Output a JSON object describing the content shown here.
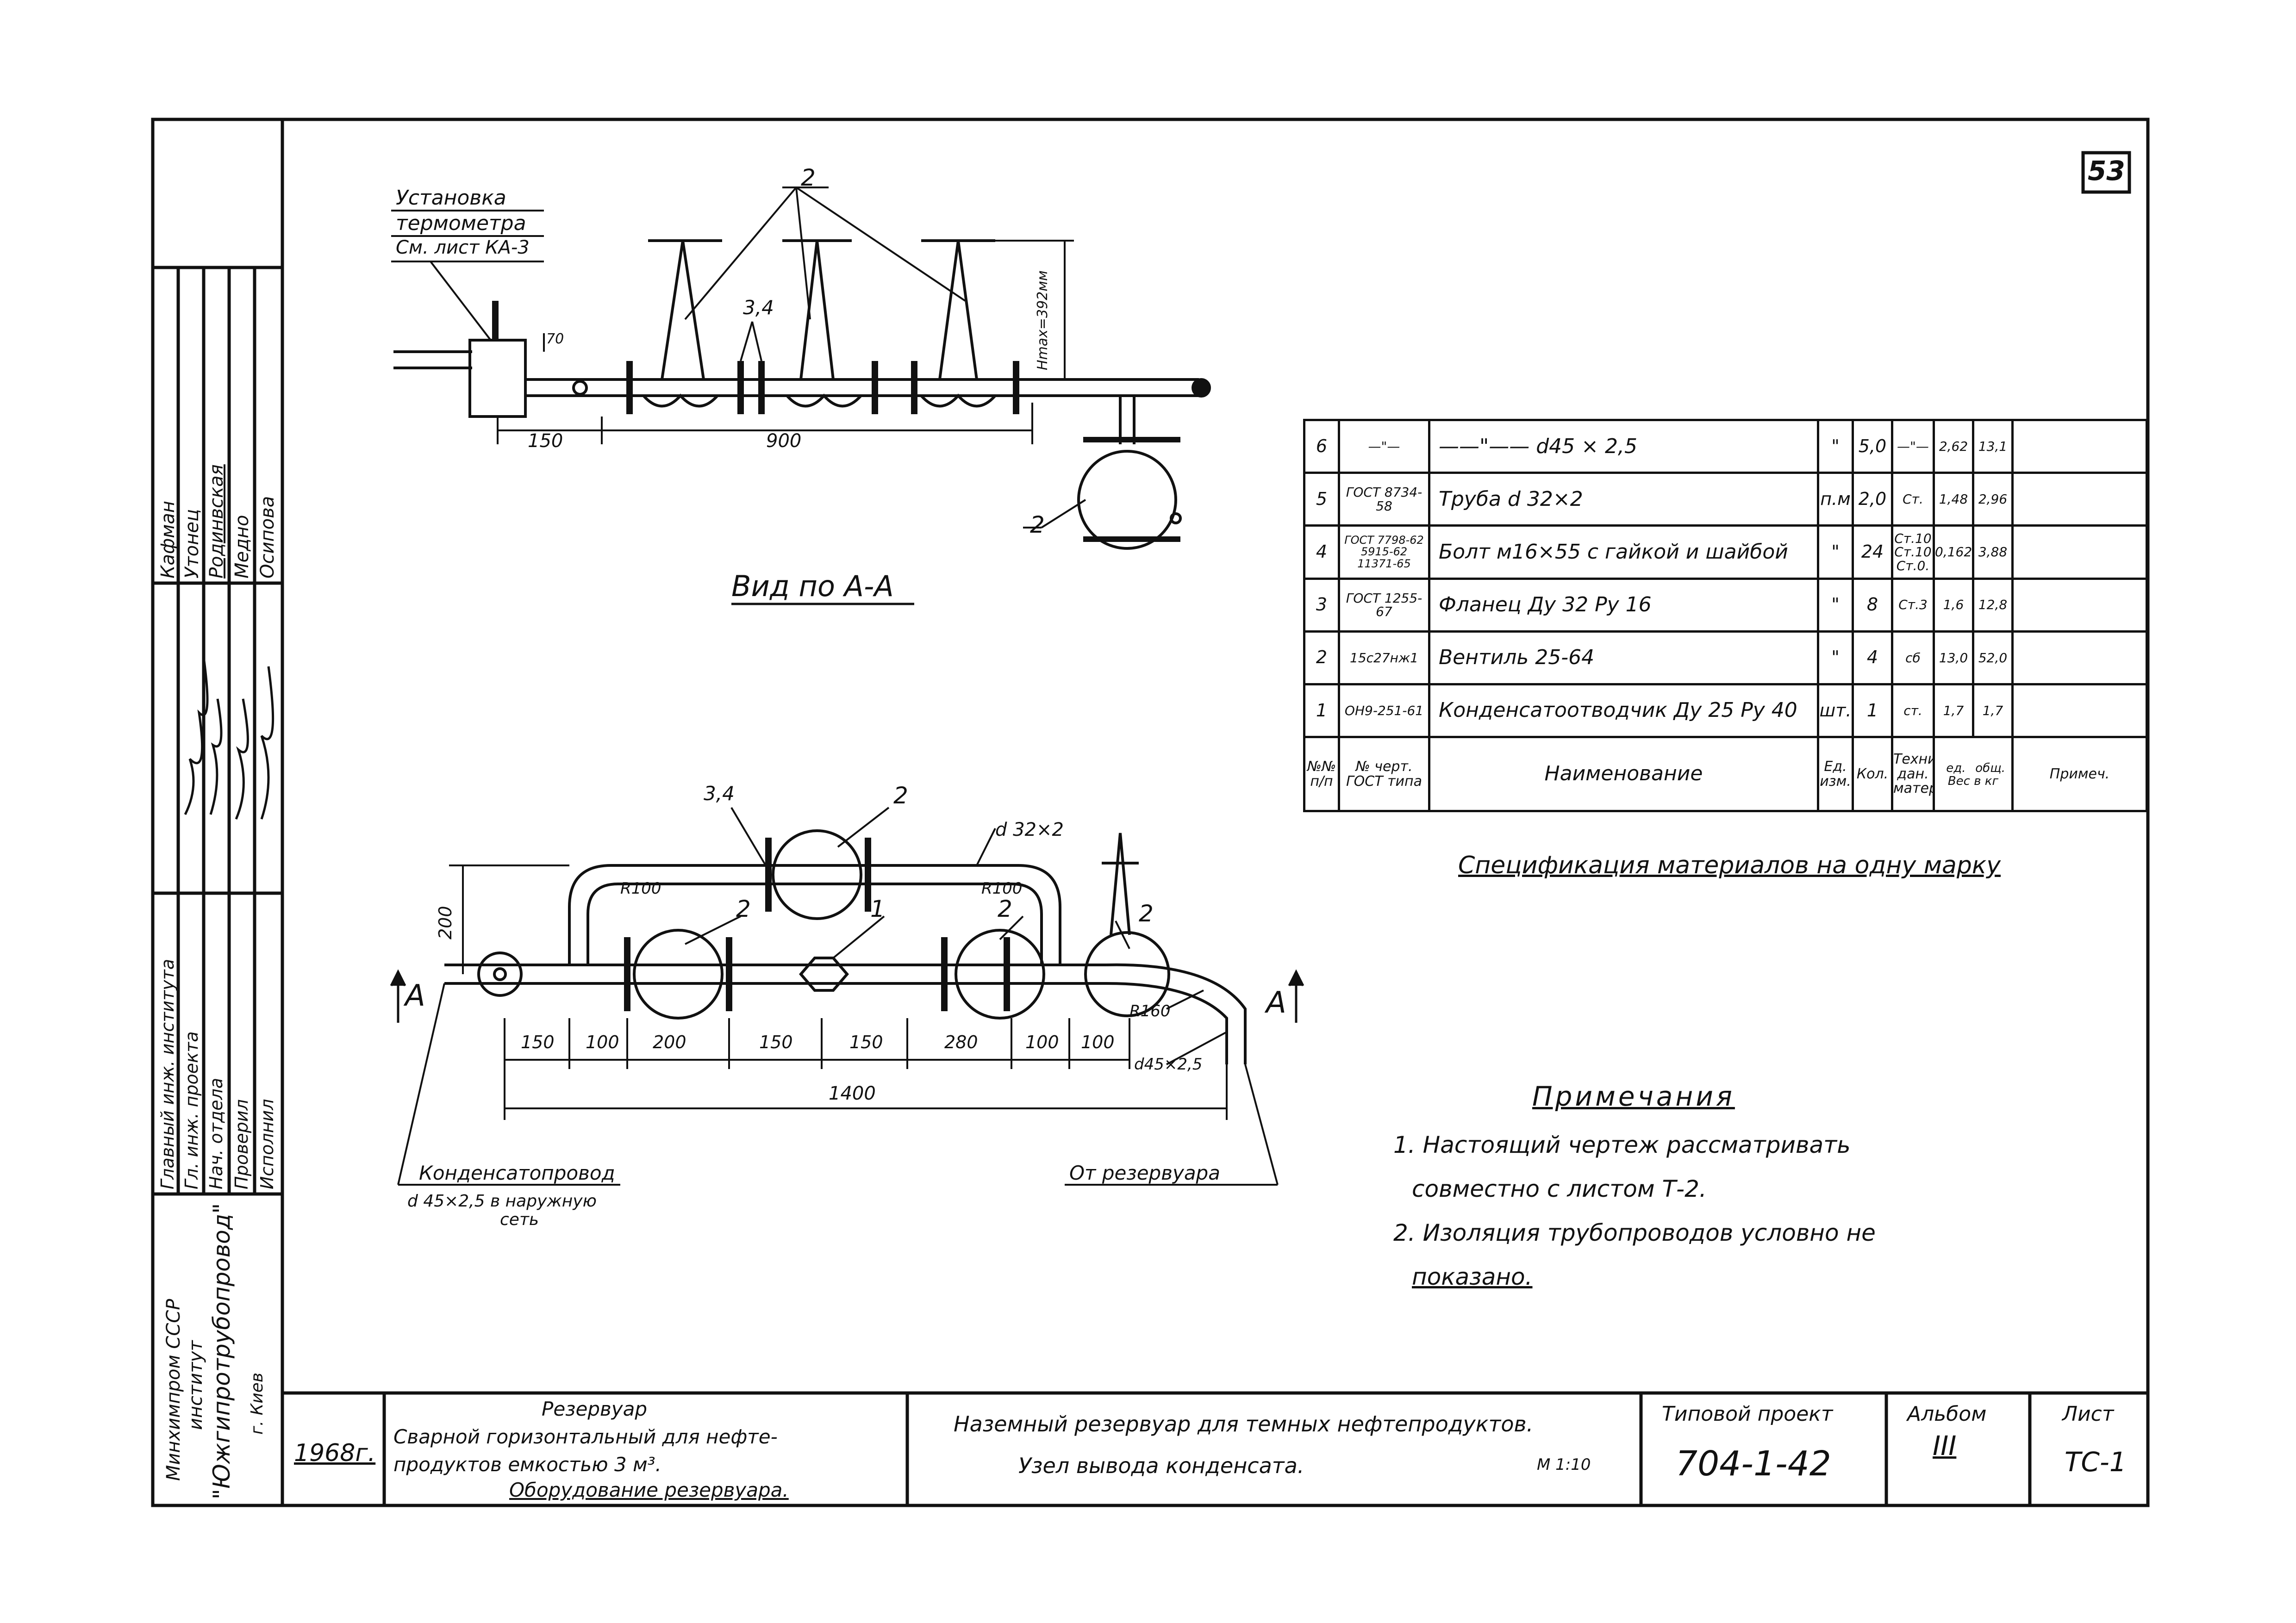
{
  "page_number": "53",
  "view_label": "Вид по А-А",
  "callouts": {
    "thermometer": [
      "Установка",
      "термометра",
      "См. лист КА-3"
    ],
    "item_2": "2",
    "item_3_4": "3,4",
    "item_1": "1",
    "section_mark": "А",
    "pipe_d32": "d 32×2",
    "pipe_d45": "d45×2,5",
    "radius_100": "R100",
    "radius_160": "R160",
    "h_max": "Hmax=392мм",
    "condensate_line": [
      "Конденсатопровод",
      "d 45×2,5 в наружную",
      "сеть"
    ],
    "from_tank": "От резервуара"
  },
  "dimensions": {
    "top_dim_70": "70",
    "top_dim_150": "150",
    "top_dim_900": "900",
    "plan_dim_200": "200",
    "plan_chain": [
      "150",
      "100",
      "200",
      "150",
      "150",
      "280",
      "100",
      "100"
    ],
    "plan_total": "1400"
  },
  "spec_table": {
    "caption": "Спецификация материалов на одну марку",
    "headers": {
      "num": "№№ п/п",
      "doc": "№ черт. ГОСТ типа",
      "name": "Наименование",
      "unit": "Ед. изм.",
      "qty": "Кол.",
      "tech": "Технич. дан. матер.",
      "unit_w": "ед.",
      "total_w": "общ.",
      "weight": "Вес в кг",
      "note": "Примеч."
    },
    "rows": [
      {
        "num": "6",
        "doc": "—\"—",
        "name": "——\"—— d45 × 2,5",
        "unit": "\"",
        "qty": "5,0",
        "tech": "—\"—",
        "unit_w": "2,62",
        "total_w": "13,1",
        "note": ""
      },
      {
        "num": "5",
        "doc": "ГОСТ 8734-58",
        "name": "Труба d 32×2",
        "unit": "п.м",
        "qty": "2,0",
        "tech": "Ст.",
        "unit_w": "1,48",
        "total_w": "2,96",
        "note": ""
      },
      {
        "num": "4",
        "doc": "ГОСТ 7798-62 5915-62 11371-65",
        "name": "Болт м16×55 с гайкой и шайбой",
        "unit": "\"",
        "qty": "24",
        "tech": "Ст.10 Ст.10 Ст.0.",
        "unit_w": "0,162",
        "total_w": "3,88",
        "note": ""
      },
      {
        "num": "3",
        "doc": "ГОСТ 1255-67",
        "name": "Фланец Ду 32 Ру 16",
        "unit": "\"",
        "qty": "8",
        "tech": "Ст.3",
        "unit_w": "1,6",
        "total_w": "12,8",
        "note": ""
      },
      {
        "num": "2",
        "doc": "15с27нж1",
        "name": "Вентиль 25-64",
        "unit": "\"",
        "qty": "4",
        "tech": "сб",
        "unit_w": "13,0",
        "total_w": "52,0",
        "note": ""
      },
      {
        "num": "1",
        "doc": "ОН9-251-61",
        "name": "Конденсатоотводчик Ду 25 Ру 40",
        "unit": "шт.",
        "qty": "1",
        "tech": "ст.",
        "unit_w": "1,7",
        "total_w": "1,7",
        "note": ""
      }
    ]
  },
  "notes": {
    "title": "Примечания",
    "lines": [
      "1. Настоящий чертеж рассматривать",
      "совместно с листом Т-2.",
      "2. Изоляция трубопроводов условно не",
      "показано."
    ]
  },
  "left_stamp": {
    "roles": [
      "Главный инж. института",
      "Гл. инж. проекта",
      "Нач. отдела",
      "Проверил",
      "Исполнил"
    ],
    "surnames": [
      "Кафман",
      "Утонец",
      "Родинвская",
      "Медно",
      "Осипова"
    ],
    "org": [
      "Минхимпром СССР",
      "институт",
      "\"Южгипротрубопровод\"",
      "г. Киев"
    ]
  },
  "title_block": {
    "year": "1968г.",
    "object": [
      "Резервуар",
      "Сварной горизонтальный для нефте-",
      "продуктов емкостью 3 м³.",
      "Оборудование резервуара."
    ],
    "subject": [
      "Наземный резервуар для темных нефтепродуктов.",
      "Узел вывода конденсата."
    ],
    "scale": "М 1:10",
    "project_label": "Типовой проект",
    "project_value": "704-1-42",
    "album_label": "Альбом",
    "album_value": "III",
    "sheet_label": "Лист",
    "sheet_value": "ТС-1"
  }
}
